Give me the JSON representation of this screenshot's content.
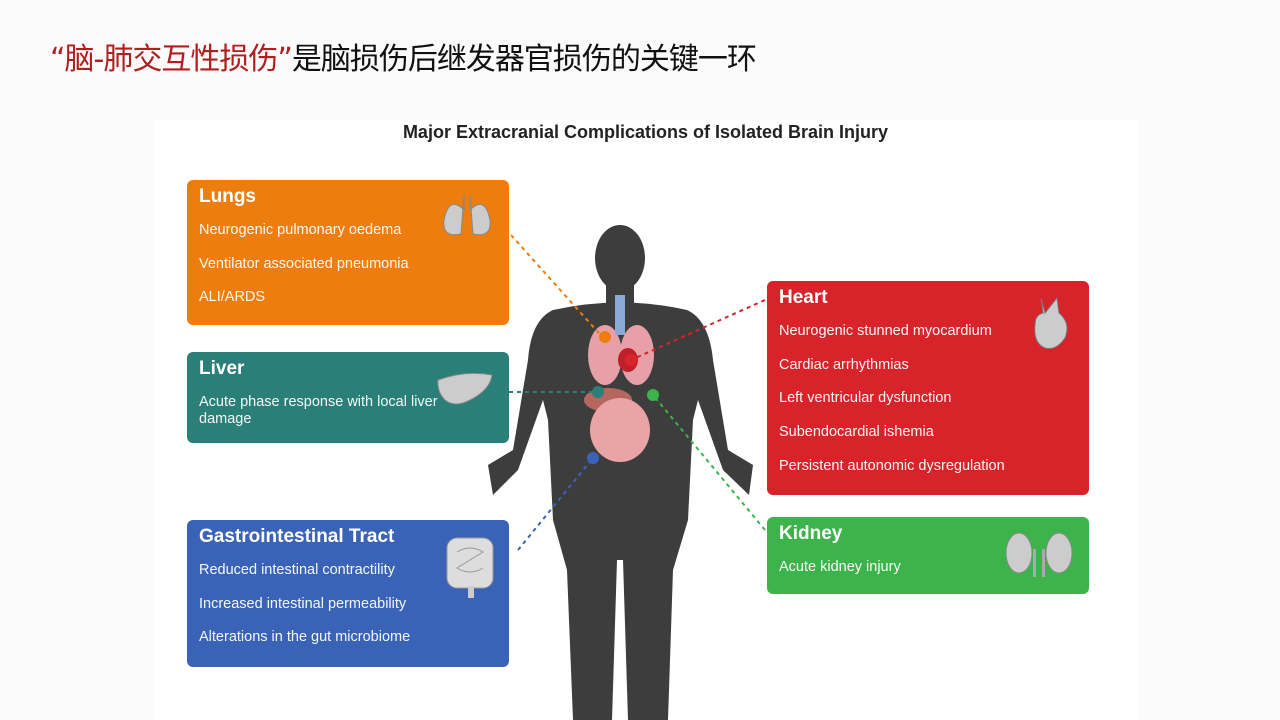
{
  "slide": {
    "title_highlight": "“脑-肺交互性损伤”",
    "title_rest": "是脑损伤后继发器官损伤的关键一环"
  },
  "figure": {
    "title": "Major Extracranial Complications of Isolated Brain Injury",
    "colors": {
      "lungs": "#ee7d0f",
      "liver": "#2a7f78",
      "gi": "#3a63b8",
      "heart": "#d9232a",
      "kidney": "#3cb44b"
    },
    "lungs": {
      "title": "Lungs",
      "items": [
        "Neurogenic pulmonary oedema",
        "Ventilator associated pneumonia",
        "ALI/ARDS"
      ]
    },
    "liver": {
      "title": "Liver",
      "items": [
        "Acute phase response with local liver damage"
      ]
    },
    "gi": {
      "title": "Gastrointestinal Tract",
      "items": [
        "Reduced intestinal contractility",
        "Increased intestinal permeability",
        "Alterations in the gut microbiome"
      ]
    },
    "heart": {
      "title": "Heart",
      "items": [
        "Neurogenic stunned myocardium",
        "Cardiac arrhythmias",
        "Left ventricular dysfunction",
        "Subendocardial ishemia",
        "Persistent autonomic dysregulation"
      ]
    },
    "kidney": {
      "title": "Kidney",
      "items": [
        "Acute kidney injury"
      ]
    }
  }
}
